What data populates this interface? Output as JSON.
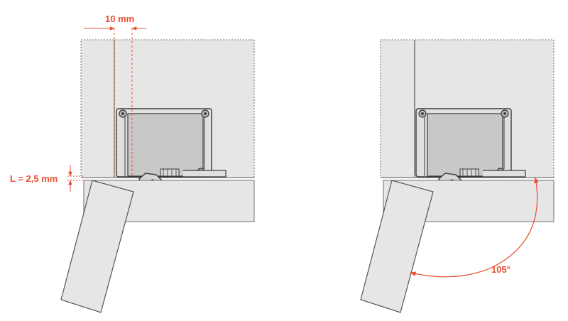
{
  "annotations": {
    "gap_width": "10 mm",
    "overlap": "L = 2,5 mm",
    "opening_angle": "105°"
  },
  "colors": {
    "accent": "#e8502f",
    "cabinet_fill": "#e6e6e6",
    "cabinet_stroke": "#6e6e6e",
    "hinge_plate_fill": "#c8c8c8",
    "hinge_stroke": "#3a3a3a"
  }
}
